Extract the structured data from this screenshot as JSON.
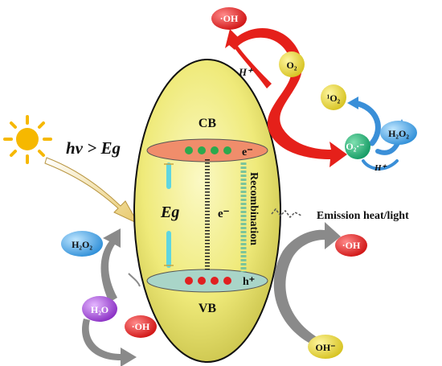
{
  "labels": {
    "cb": "CB",
    "vb": "VB",
    "electron_top": "e⁻",
    "electron_mid": "e⁻",
    "hole": "h⁺",
    "eg": "Eg",
    "recombination": "Recombination",
    "emission": "Emission heat/light",
    "photon": "hν > Eg",
    "h_plus_top": "H⁺",
    "h_plus_right": "H⁺"
  },
  "molecules": {
    "oh_top": "·OH",
    "o2": "O₂",
    "singlet_o2": "¹O₂",
    "superoxide": "O₂·⁻",
    "h2o2_right": "H₂O₂",
    "h2o2_left": "H₂O₂",
    "h2o": "H₂O",
    "oh_bottom_left": "·OH",
    "oh_right": "·OH",
    "oh_minus": "OH⁻"
  },
  "colors": {
    "ellipse_fill": "#f0ec84",
    "cb_band": "#f08d6b",
    "vb_band": "#a9d5c8",
    "green_dot": "#2ca94d",
    "red_dot": "#e02020",
    "sun": "#f6b800",
    "red_arrow": "#e5201a",
    "blue_arrow": "#3a8fd8",
    "gray_arrow": "#8a8a8a"
  }
}
